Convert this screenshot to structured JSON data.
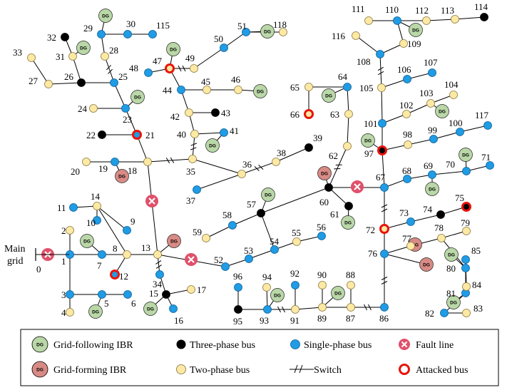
{
  "colors": {
    "three_phase": "#000000",
    "single_phase": "#1f9ce4",
    "two_phase": "#fde9a4",
    "grid_following": "#b9d7a7",
    "grid_forming": "#d88a84",
    "fault": "#e0506a",
    "attacked": "#e8140a",
    "line": "#000000"
  },
  "dg_text": "DG",
  "main_grid": {
    "line1": "Main",
    "line2": "grid",
    "bus_label": "0"
  },
  "buses": {
    "1": "s",
    "2": "t",
    "3": "s",
    "4": "t",
    "5": "s",
    "6": "s",
    "7": "s",
    "8": "t",
    "9": "s",
    "10": "s",
    "11": "s",
    "12": "s",
    "13": "t",
    "14": "t",
    "15": "k",
    "16": "s",
    "17": "t",
    "18": "t",
    "19": "s",
    "20": "t",
    "21": "s",
    "22": "k",
    "23": "s",
    "24": "t",
    "25": "s",
    "26": "k",
    "27": "t",
    "28": "t",
    "29": "s",
    "30": "s",
    "31": "t",
    "32": "k",
    "33": "t",
    "34": "s",
    "35": "t",
    "36": "t",
    "37": "s",
    "38": "t",
    "39": "k",
    "40": "t",
    "41": "s",
    "42": "t",
    "43": "k",
    "44": "s",
    "45": "t",
    "46": "t",
    "47": "t",
    "48": "s",
    "49": "t",
    "50": "s",
    "51": "s",
    "52": "s",
    "53": "s",
    "54": "s",
    "55": "t",
    "56": "s",
    "57": "k",
    "58": "s",
    "59": "t",
    "60": "k",
    "61": "k",
    "62": "t",
    "63": "t",
    "64": "s",
    "65": "t",
    "66": "t",
    "67": "s",
    "68": "s",
    "69": "s",
    "70": "s",
    "71": "s",
    "72": "t",
    "73": "s",
    "74": "k",
    "75": "k",
    "76": "s",
    "77": "t",
    "78": "t",
    "79": "t",
    "80": "s",
    "81": "s",
    "82": "s",
    "83": "t",
    "84": "t",
    "85": "s",
    "86": "s",
    "87": "t",
    "88": "t",
    "89": "t",
    "90": "t",
    "91": "t",
    "92": "s",
    "93": "s",
    "94": "t",
    "95": "k",
    "96": "s",
    "97": "k",
    "98": "t",
    "99": "s",
    "100": "s",
    "101": "s",
    "102": "t",
    "103": "t",
    "104": "t",
    "105": "t",
    "106": "s",
    "107": "s",
    "108": "s",
    "109": "t",
    "110": "s",
    "111": "t",
    "112": "t",
    "113": "t",
    "114": "k",
    "115": "s",
    "116": "t",
    "117": "s",
    "118": "t"
  },
  "attacked_buses": [
    "12",
    "21",
    "47",
    "66",
    "72",
    "75",
    "97"
  ],
  "fault_lines": 4,
  "dg_following": 17,
  "dg_forming": 4,
  "legend": {
    "grid_following": "Grid-following IBR",
    "grid_forming": "Grid-forming IBR",
    "three_phase": "Three-phase bus",
    "two_phase": "Two-phase bus",
    "single_phase": "Single-phase bus",
    "switch": "Switch",
    "fault_line": "Fault line",
    "attacked_bus": "Attacked bus"
  }
}
